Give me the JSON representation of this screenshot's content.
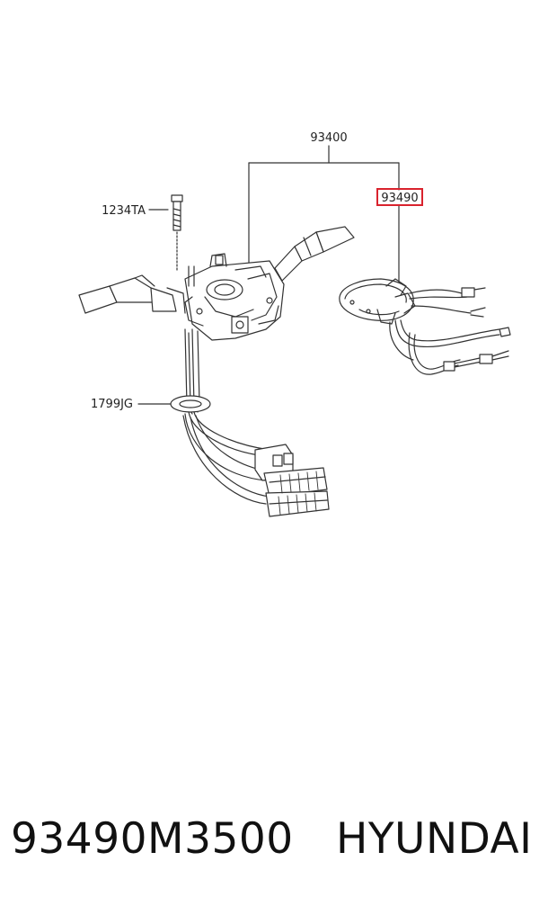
{
  "labels": {
    "assembly": "93400",
    "highlighted_part": "93490",
    "bolt": "1234TA",
    "clip": "1799JG"
  },
  "footer": {
    "part_number": "93490M3500",
    "brand": "HYUNDAI"
  },
  "colors": {
    "highlight": "#d9232e",
    "line": "#333333"
  }
}
